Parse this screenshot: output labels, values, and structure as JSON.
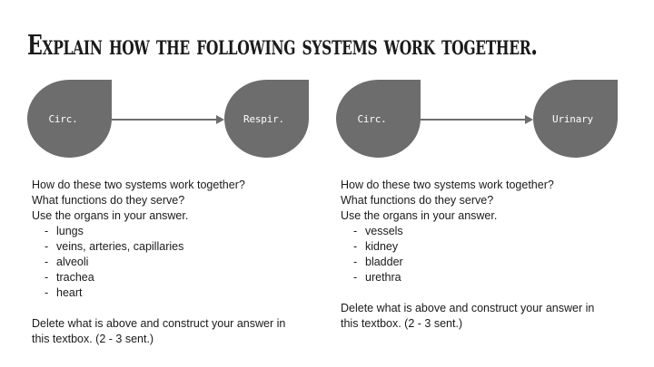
{
  "slide": {
    "title": "Explain how the following systems work together."
  },
  "theme": {
    "background": "#ffffff",
    "shape_fill": "#6d6d6d",
    "shape_label_color": "#ffffff",
    "text_color": "#1a1a1a",
    "connector_color": "#6d6d6d"
  },
  "diagrams": [
    {
      "name": "circulatory-respiratory",
      "source_label": "Circ.",
      "target_label": "Respir.",
      "arrow": "right-arrow"
    },
    {
      "name": "circulatory-urinary",
      "source_label": "Circ.",
      "target_label": "Urinary",
      "arrow": "right-arrow"
    }
  ],
  "columns": [
    {
      "name": "respiratory-column",
      "lines": [
        "How do these two systems work together?",
        "What functions do they serve?",
        "Use the organs in your answer."
      ],
      "bullet_marker": "-",
      "organs": [
        "lungs",
        "veins, arteries, capillaries",
        "alveoli",
        "trachea",
        "heart"
      ],
      "outro": "Delete what is above and construct your answer in this textbox. (2 - 3 sent.)"
    },
    {
      "name": "urinary-column",
      "lines": [
        "How do these two systems work together?",
        "What functions do they serve?",
        "Use the organs in your answer."
      ],
      "bullet_marker": "-",
      "organs": [
        "vessels",
        "kidney",
        "bladder",
        "urethra"
      ],
      "outro": "Delete what is above and construct your answer in this textbox. (2 - 3 sent.)"
    }
  ]
}
